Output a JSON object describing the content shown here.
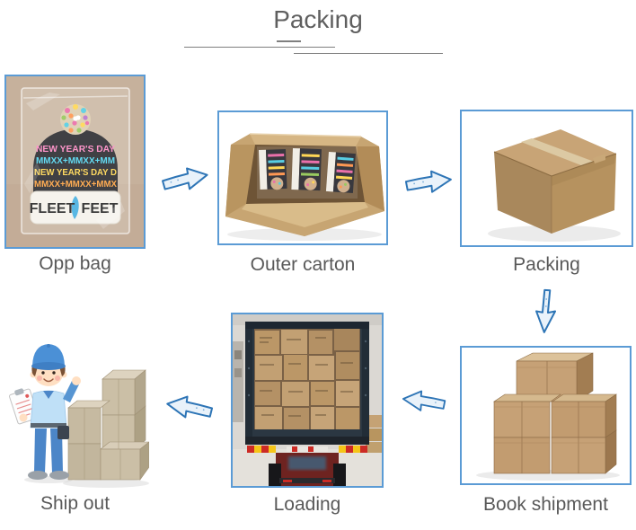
{
  "title": "Packing",
  "steps": {
    "opp_bag": {
      "label": "Opp bag"
    },
    "outer_carton": {
      "label": "Outer carton"
    },
    "packing": {
      "label": "Packing"
    },
    "book_shipment": {
      "label": "Book shipment"
    },
    "loading": {
      "label": "Loading"
    },
    "ship_out": {
      "label": "Ship out"
    }
  },
  "opp_bag_art": {
    "line1": "NEW YEAR'S DAY",
    "line2": "MMXX+MMXX+MM",
    "line3": "NEW YEAR'S DAY D",
    "line4": "MMXX+MMXX+MMX",
    "brand_left": "FLEET",
    "brand_right": "FEET"
  },
  "icons": {
    "arrow_right": "⇨",
    "arrow_left": "⇦",
    "arrow_down": "⇩"
  },
  "colors": {
    "accent_border": "#5b9bd5",
    "arrow_stroke": "#2e75b6",
    "arrow_fill": "#e9f2fa",
    "label_text": "#595959",
    "title_text": "#5f5f5f",
    "divider_gray": "#7f7f7f",
    "carton_tan": "#c7a572"
  }
}
